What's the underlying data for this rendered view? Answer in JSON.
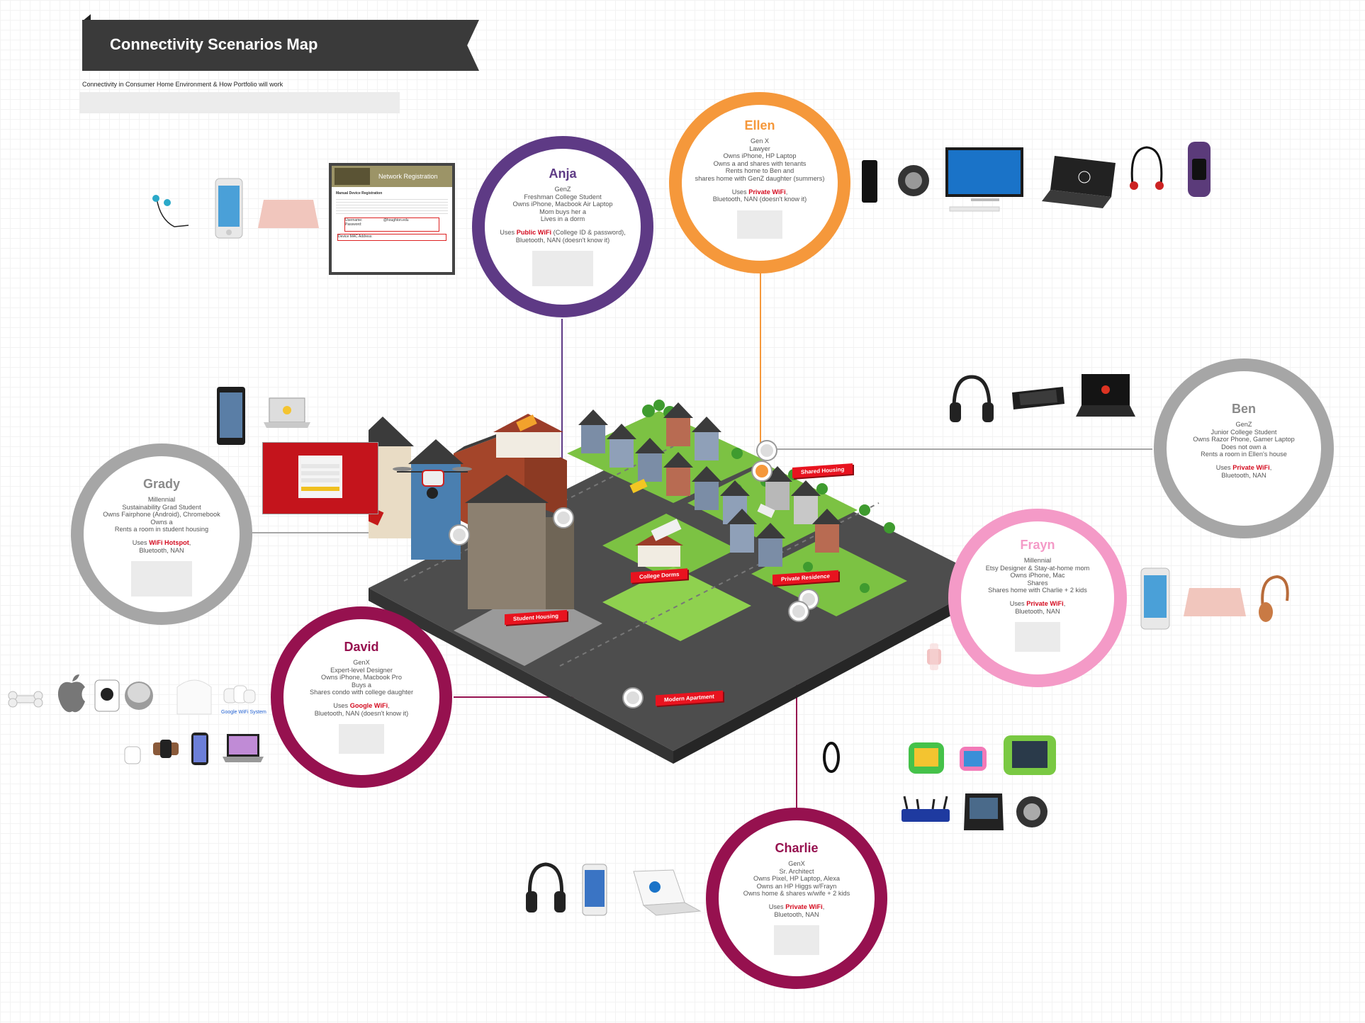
{
  "header": {
    "title": "Connectivity Scenarios Map",
    "subtitle": "Connectivity in Consumer Home Environment & How          Portfolio will work"
  },
  "personas": [
    {
      "id": "anja",
      "name": "Anja",
      "color": "#5e3a85",
      "lines": [
        "GenZ",
        "Freshman College Student",
        "Owns iPhone, Macbook Air Laptop",
        "Mom buys her a",
        "Lives in a dorm"
      ],
      "uses_prefix": "Uses ",
      "network": "Public WiFi",
      "uses_suffix": " (College ID & password),",
      "extra": "Bluetooth, NAN (doesn't know it)"
    },
    {
      "id": "ellen",
      "name": "Ellen",
      "color": "#f5983b",
      "lines": [
        "Gen X",
        "Lawyer",
        "Owns iPhone, HP Laptop",
        "Owns a            and shares with tenants",
        "Rents home to Ben and",
        "shares home with GenZ daughter (summers)"
      ],
      "uses_prefix": "Uses ",
      "network": "Private WiFi",
      "uses_suffix": ",",
      "extra": "Bluetooth, NAN (doesn't know it)"
    },
    {
      "id": "ben",
      "name": "Ben",
      "color": "#a6a6a6",
      "lines": [
        "GenZ",
        "Junior College Student",
        "Owns Razor Phone, Gamer Laptop",
        "Does not own a",
        "Rents a room in Ellen's house"
      ],
      "uses_prefix": "Uses ",
      "network": "Private WiFi",
      "uses_suffix": ",",
      "extra": "Bluetooth, NAN"
    },
    {
      "id": "grady",
      "name": "Grady",
      "color": "#a6a6a6",
      "lines": [
        "Millennial",
        "Sustainability Grad Student",
        "Owns Fairphone (Android), Chromebook",
        "Owns a",
        "Rents a room in student housing"
      ],
      "uses_prefix": "Uses ",
      "network": "WiFi Hotspot",
      "uses_suffix": ",",
      "extra": "Bluetooth, NAN"
    },
    {
      "id": "frayn",
      "name": "Frayn",
      "color": "#f49ac7",
      "lines": [
        "Millennial",
        "Etsy Designer & Stay-at-home mom",
        "Owns iPhone, Mac",
        "Shares",
        "Shares home with Charlie + 2 kids"
      ],
      "uses_prefix": "Uses ",
      "network": "Private WiFi",
      "uses_suffix": ",",
      "extra": "Bluetooth, NAN"
    },
    {
      "id": "david",
      "name": "David",
      "color": "#96114f",
      "lines": [
        "GenX",
        "Expert-level Designer",
        "Owns iPhone, Macbook Pro",
        "Buys a",
        "Shares condo with college daughter"
      ],
      "uses_prefix": "Uses ",
      "network": "Google WiFi",
      "uses_suffix": ",",
      "extra": "Bluetooth, NAN (doesn't know it)"
    },
    {
      "id": "charlie",
      "name": "Charlie",
      "color": "#96114f",
      "lines": [
        "GenX",
        "Sr. Architect",
        "Owns Pixel, HP Laptop, Alexa",
        "Owns an HP Higgs w/Frayn",
        "Owns home & shares w/wife + 2 kids"
      ],
      "uses_prefix": "Uses ",
      "network": "Private WiFi",
      "uses_suffix": ",",
      "extra": "Bluetooth, NAN"
    }
  ],
  "places": {
    "shared_housing": "Shared Housing",
    "college_dorms": "College Dorms",
    "private_residence": "Private Residence",
    "student_housing": "Student Housing",
    "modern_apartment": "Modern Apartment"
  },
  "registration_screen": {
    "title": "Network Registration",
    "heading": "Manual Device Registration",
    "username_label": "Username:",
    "username_domain": "@houghton.edu",
    "password_label": "Password:",
    "mac_label": "Device MAC Address:"
  },
  "device_labels": {
    "google_wifi": "Google WiFi System"
  },
  "colors": {
    "network_red": "#d40b1f",
    "place_red": "#e8131f",
    "banner": "#3a3a3a"
  }
}
